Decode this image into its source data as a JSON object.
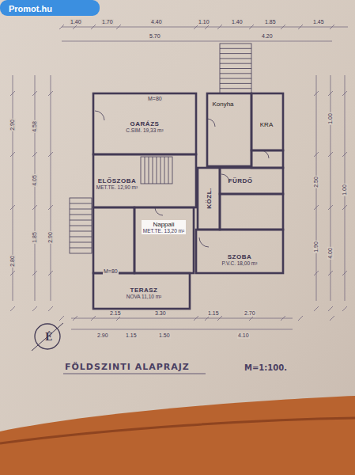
{
  "diagram": {
    "title": "FÖLDSZINTI ALAPRAJZ",
    "nodes": [
      {
        "text": [
          "GARÁZS",
          "C.SIM. 19,33 m²"
        ]
      },
      {
        "text": [
          "Konyha"
        ]
      },
      {
        "text": [
          "KRA"
        ]
      },
      {
        "text": [
          "ELŐSZOBA",
          "MET.TE. 12,90 m²"
        ]
      },
      {
        "text": [
          "KÖZL."
        ]
      },
      {
        "text": [
          "FÜRDŐ"
        ]
      },
      {
        "text": [
          "Nappali",
          "MET.TE. 13,20 m²"
        ]
      },
      {
        "text": [
          "SZOBA",
          "P.V.C. 18,00 m²"
        ]
      },
      {
        "text": [
          "TERASZ",
          "NOVA 11,10 m²"
        ]
      }
    ],
    "labels": [
      "Promot.hu",
      "M=1:100.",
      "É",
      "M=80",
      "M=80",
      "1.40",
      "1.70",
      "4.40",
      "1.10",
      "1.40",
      "1.85",
      "1.45",
      "5.70",
      "4.20",
      "2.15",
      "3.30",
      "1.15",
      "2.70",
      "2.90",
      "1.15",
      "1.50",
      "4.10",
      "2.90",
      "4.58",
      "4.05",
      "2.90",
      "1.85",
      "2.80",
      "1.00",
      "2.50",
      "1.00",
      "1.90",
      "4.00"
    ]
  }
}
